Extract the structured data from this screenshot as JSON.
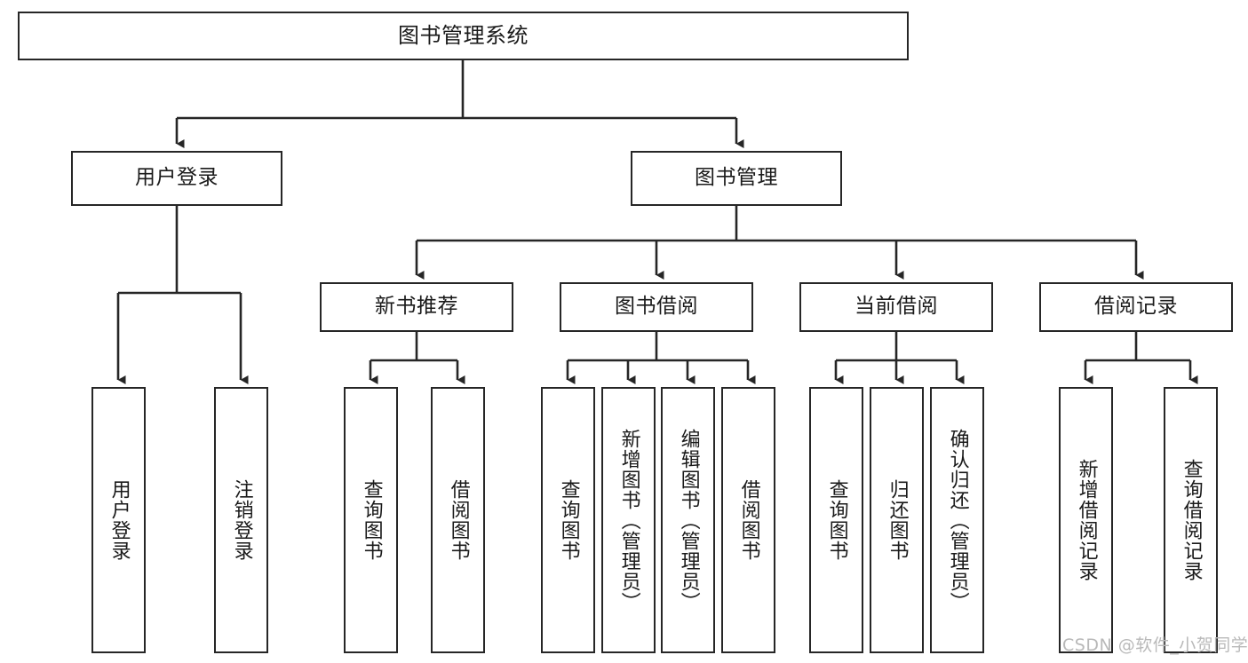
{
  "diagram": {
    "title": "图书管理系统",
    "type": "tree-hierarchy",
    "orientation": "top-down",
    "colors": {
      "box_border": "#262626",
      "box_fill": "#ffffff",
      "connector": "#262626",
      "text": "#1a1a1a",
      "watermark": "#b9b9b9",
      "background": "#ffffff"
    }
  },
  "nodes": {
    "root": {
      "label": "图书管理系统"
    },
    "level1": [
      {
        "label": "用户登录"
      },
      {
        "label": "图书管理"
      }
    ],
    "level2": [
      {
        "label": "新书推荐"
      },
      {
        "label": "图书借阅"
      },
      {
        "label": "当前借阅"
      },
      {
        "label": "借阅记录"
      }
    ],
    "leaves": {
      "user_login": [
        {
          "label": "用户登录"
        },
        {
          "label": "注销登录"
        }
      ],
      "new_book_recommend": [
        {
          "label": "查询图书"
        },
        {
          "label": "借阅图书"
        }
      ],
      "book_borrow": [
        {
          "label": "查询图书"
        },
        {
          "label": "新增图书（管理员）"
        },
        {
          "label": "编辑图书（管理员）"
        },
        {
          "label": "借阅图书"
        }
      ],
      "current_borrow": [
        {
          "label": "查询图书"
        },
        {
          "label": "归还图书"
        },
        {
          "label": "确认归还（管理员）"
        }
      ],
      "borrow_record": [
        {
          "label": "新增借阅记录"
        },
        {
          "label": "查询借阅记录"
        }
      ]
    }
  },
  "watermark": {
    "text": "CSDN @软件_小贺同学"
  }
}
